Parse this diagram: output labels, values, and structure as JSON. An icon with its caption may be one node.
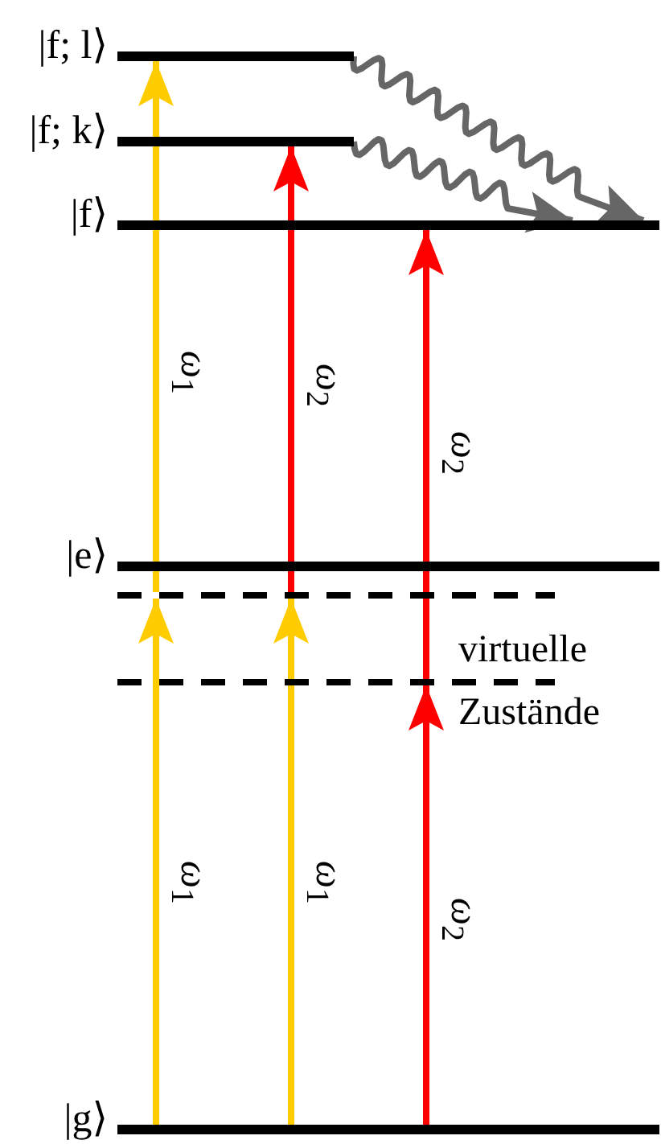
{
  "diagram": {
    "nodes": [
      {
        "text": [
          "|f; l⟩"
        ]
      },
      {
        "text": [
          "|f; k⟩"
        ]
      },
      {
        "text": [
          "|f⟩"
        ]
      },
      {
        "text": [
          "|e⟩"
        ]
      },
      {
        "text": [],
        "shape": "bar"
      },
      {
        "text": [],
        "shape": "bar"
      },
      {
        "text": [
          "|g⟩"
        ]
      }
    ],
    "edges": [
      {
        "from": 6,
        "to": 4,
        "arrow": "to",
        "label": "*ω*$_{1}$",
        "color": "#ffcc00"
      },
      {
        "from": 4,
        "to": 0,
        "arrow": "to",
        "label": "*ω*$_{1}$",
        "color": "#ffcc00"
      },
      {
        "from": 6,
        "to": 4,
        "arrow": "to",
        "label": "*ω*$_{1}$",
        "color": "#ffcc00"
      },
      {
        "from": 4,
        "to": 1,
        "arrow": "to",
        "label": "*ω*$_{2}$",
        "color": "#ff0000"
      },
      {
        "from": 6,
        "to": 5,
        "arrow": "to",
        "label": "*ω*$_{2}$",
        "color": "#ff0000"
      },
      {
        "from": 5,
        "to": 2,
        "arrow": "to",
        "label": "*ω*$_{2}$",
        "color": "#ff0000"
      },
      {
        "from": 0,
        "to": 2,
        "arrow": "to",
        "color": "#666666"
      },
      {
        "from": 1,
        "to": 2,
        "arrow": "to",
        "color": "#666666"
      }
    ],
    "labels": [
      "virtuelle",
      "Zustände"
    ]
  }
}
